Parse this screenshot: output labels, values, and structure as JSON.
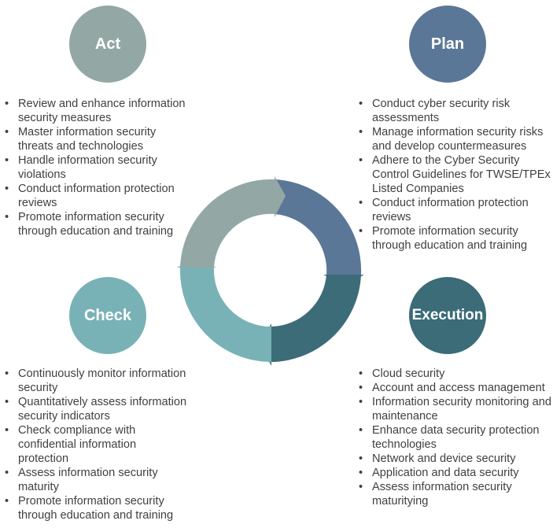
{
  "quadrants": {
    "act": {
      "title": "Act",
      "color": "#93a8a5",
      "items": [
        "Review and enhance information security measures",
        "Master information security threats and technologies",
        "Handle information security violations",
        "Conduct information protection reviews",
        "Promote information security through education and training"
      ]
    },
    "plan": {
      "title": "Plan",
      "color": "#5b7797",
      "items": [
        "Conduct cyber security risk assessments",
        "Manage information security risks and develop countermeasures",
        "Adhere to the Cyber Security Control Guidelines for TWSE/TPEx Listed Companies",
        "Conduct information protection reviews",
        "Promote information security through education and training"
      ]
    },
    "check": {
      "title": "Check",
      "color": "#79b2b6",
      "items": [
        "Continuously monitor information security",
        "Quantitatively assess information security indicators",
        "Check compliance with confidential information protection",
        "Assess information security maturity",
        "Promote information security through education and training"
      ]
    },
    "execution": {
      "title": "Execution",
      "color": "#3b6c78",
      "items": [
        "Cloud security",
        "Account and access management",
        "Information security monitoring and maintenance",
        "Enhance data security protection technologies",
        "Network and device security",
        "Application and data security",
        "Assess information security maturitying"
      ]
    }
  }
}
